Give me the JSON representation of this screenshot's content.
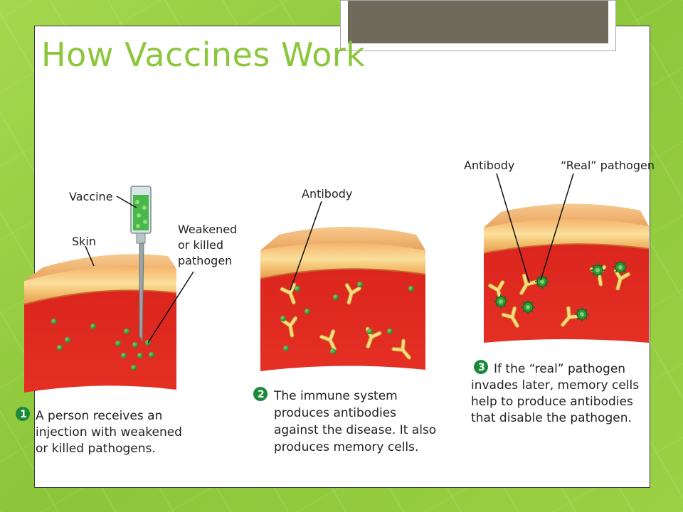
{
  "title": "How Vaccines Work",
  "panel1": {
    "labels": {
      "vaccine": "Vaccine",
      "skin": "Skin",
      "pathogen": [
        "Weakened",
        "or killed",
        "pathogen"
      ]
    },
    "step": "1",
    "caption": [
      "A person receives an",
      "injection with weakened",
      "or killed pathogens."
    ]
  },
  "panel2": {
    "labels": {
      "antibody": "Antibody"
    },
    "step": "2",
    "caption": [
      "The immune system",
      "produces antibodies",
      "against the disease. It also",
      "produces memory cells."
    ]
  },
  "panel3": {
    "labels": {
      "antibody": "Antibody",
      "real_pathogen": "“Real” pathogen"
    },
    "step": "3",
    "caption": [
      "If the “real” pathogen",
      "invades later, memory cells",
      "help to produce antibodies",
      "that disable the pathogen."
    ]
  },
  "colors": {
    "accent_green": "#8cc63a",
    "blood_red": "#e0261f",
    "skin_tan": "#f2b877",
    "pathogen_green": "#2e9a3a",
    "antibody_yellow": "#f6d77b",
    "step_badge": "#1a8a3a"
  }
}
